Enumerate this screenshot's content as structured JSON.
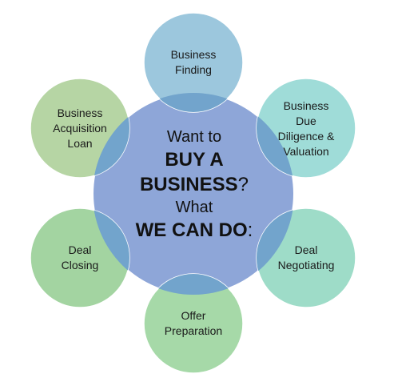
{
  "colors": {
    "center_fill": "#8ea6d8",
    "center_stroke": "#ffffff",
    "finding_fill": "#9cc7dd",
    "diligence_fill": "#9fdcd8",
    "negotiating_fill": "#9edcc8",
    "preparation_fill": "#a6d9a8",
    "closing_fill": "#a3d4a1",
    "loan_fill": "#b6d5a4",
    "overlap_fill": "#72a4cc"
  },
  "center": {
    "line1": "Want to",
    "line2": "BUY A",
    "line3": "BUSINESS",
    "line3_punct": "?",
    "line4": "What",
    "line5": "WE CAN DO",
    "line5_punct": ":"
  },
  "steps": {
    "finding": "Business\nFinding",
    "diligence": "Business\nDue\nDiligence &\nValuation",
    "negotiating": "Deal\nNegotiating",
    "preparation": "Offer\nPreparation",
    "closing": "Deal\nClosing",
    "loan": "Business\nAcquisition\nLoan"
  }
}
